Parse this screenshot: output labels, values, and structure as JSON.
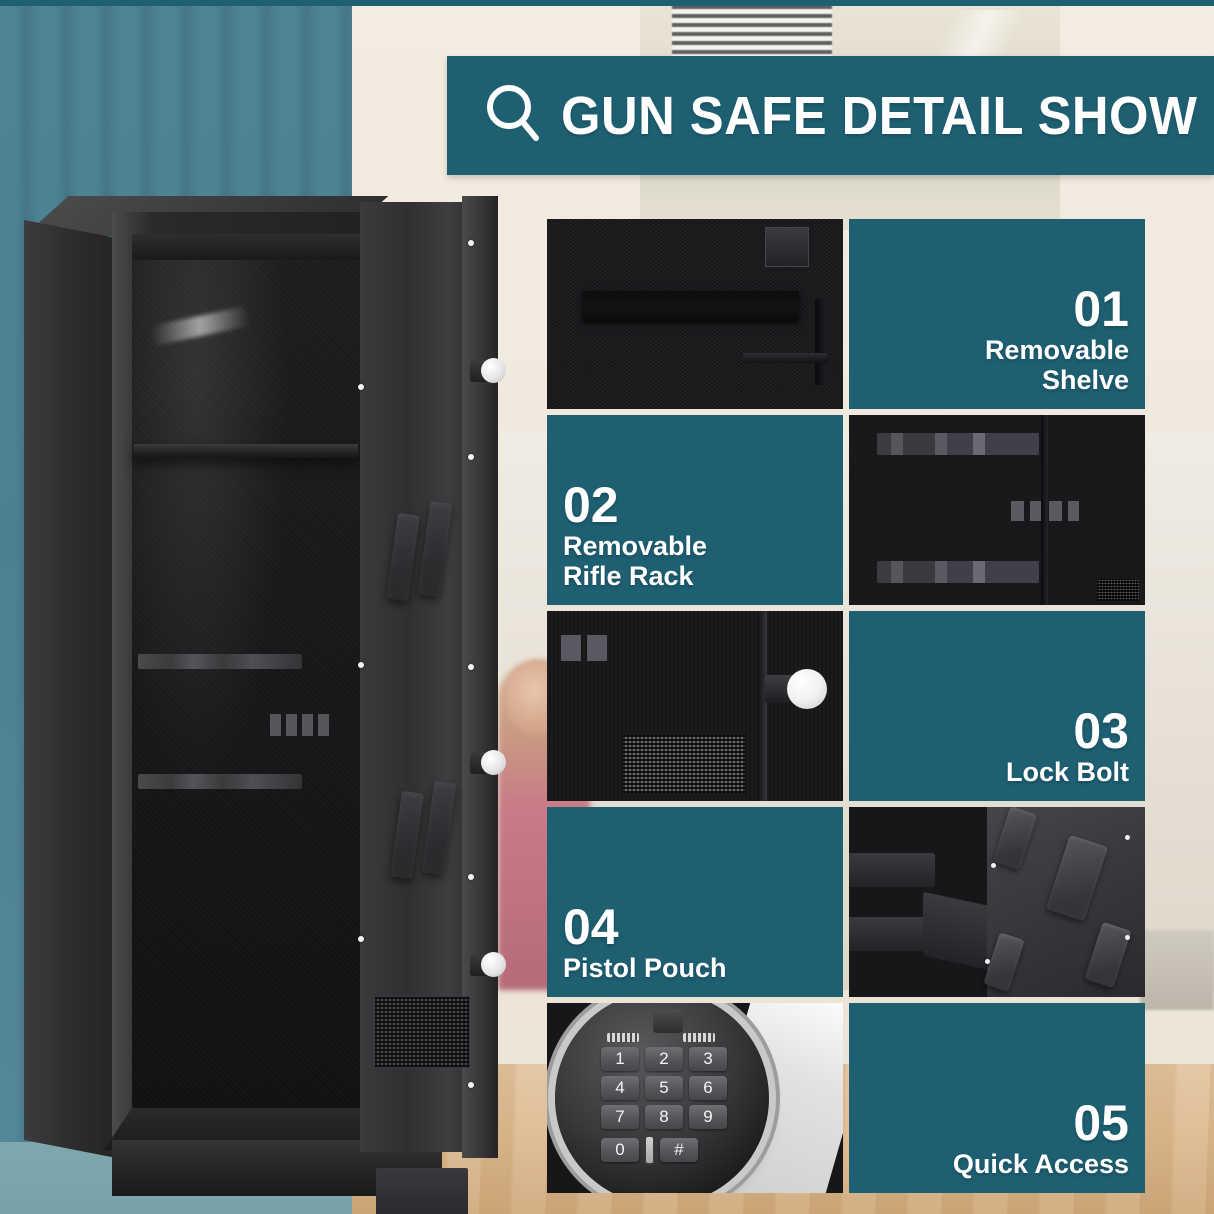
{
  "banner": {
    "title": "GUN SAFE DETAIL SHOW",
    "icon": "search-icon",
    "background_color": "#1e5f72",
    "text_color": "#ffffff"
  },
  "theme": {
    "accent": "#1e5f72",
    "wall": "#efe7da",
    "curtain": "#4b8192",
    "floor": "#dcb98e",
    "product": "#232326"
  },
  "product": {
    "name": "gun-safe",
    "description": "Black steel gun safe shown open with interior shelf, rifle rack, pistol pouches and chrome lock bolts"
  },
  "features": [
    {
      "number": "01",
      "caption": "Removable\nShelve",
      "align": "right",
      "photo": "removable-shelf-photo",
      "photo_side": "left"
    },
    {
      "number": "02",
      "caption": "Removable\nRifle Rack",
      "align": "left",
      "photo": "rifle-rack-photo",
      "photo_side": "right"
    },
    {
      "number": "03",
      "caption": "Lock Bolt",
      "align": "right",
      "photo": "lock-bolt-photo",
      "photo_side": "left"
    },
    {
      "number": "04",
      "caption": "Pistol Pouch",
      "align": "left",
      "photo": "pistol-pouch-photo",
      "photo_side": "right"
    },
    {
      "number": "05",
      "caption": "Quick Access",
      "align": "right",
      "photo": "keypad-photo",
      "photo_side": "left"
    }
  ],
  "keypad": {
    "keys": [
      "1",
      "2",
      "3",
      "4",
      "5",
      "6",
      "7",
      "8",
      "9"
    ],
    "zero": "0",
    "hash": "#",
    "key_slot": "key-slot"
  }
}
